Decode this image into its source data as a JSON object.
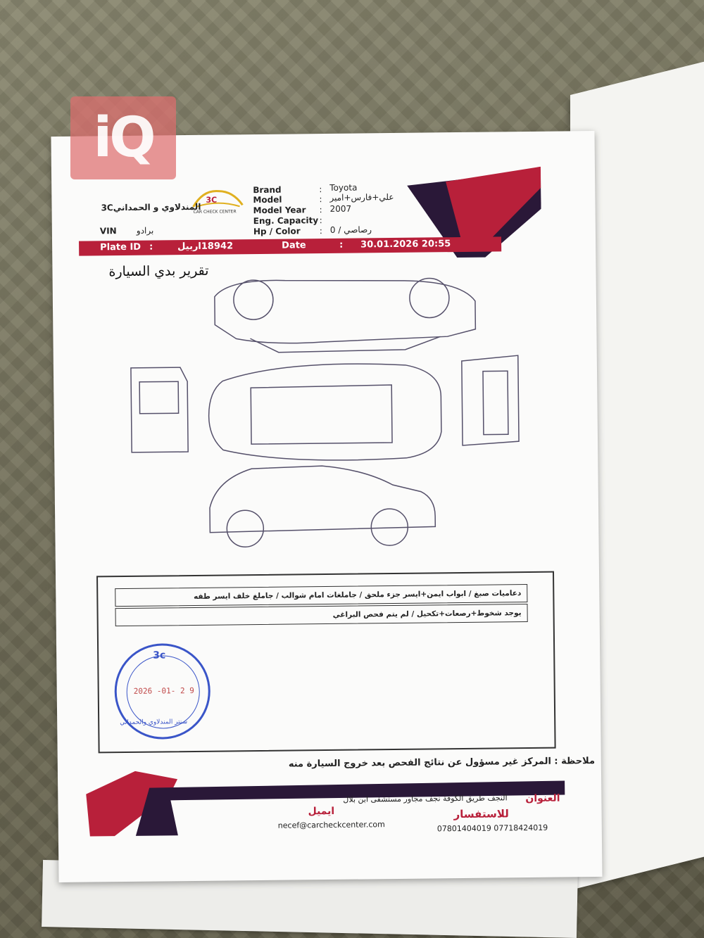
{
  "watermark": {
    "text": "iQ"
  },
  "center": {
    "name_ar": "المندلاوي و الحمداني3C",
    "logo_text": "3C",
    "logo_caption": "CAR CHECK CENTER"
  },
  "vehicle": {
    "labels": {
      "brand": "Brand",
      "model": "Model",
      "model_year": "Model Year",
      "eng_capacity": "Eng. Capacity",
      "hp_color": "Hp / Color",
      "vin": "VIN",
      "plate_id": "Plate ID",
      "date": "Date"
    },
    "colon": ":",
    "brand": "Toyota",
    "model": "علي+فارس+امير",
    "model_year": "2007",
    "eng_capacity": "",
    "hp_color": "رصاصي / 0",
    "vin": "برادو",
    "plate_id": "18942اربيل",
    "date": "30.01.2026 20:55"
  },
  "report_title": "تقرير بدي السيارة",
  "findings": [
    "دعاميات صبغ / ابواب ايمن+ايسر جزء ملحق / جاملغات امام شوالب / جاملغ خلف ايسر طفه",
    "يوجد شخوط+رصعات+تكحيل / لم يتم فحص البراغي"
  ],
  "stamp": {
    "top_text": "3c",
    "date": "2026 -01- 2 9",
    "arc_text": "سنتر المندلاوي والحمداني"
  },
  "disclaimer": "ملاحظة : المركز غير مسؤول عن نتائج الفحص بعد خروج السيارة منه",
  "footer": {
    "address_label": "العنوان",
    "address": "النجف طريق الكوفة نجف مجاور مستشفى ابن بلال",
    "email_label": "ايميل",
    "email": "necef@carcheckcenter.com",
    "inquiries_label": "للاستفسار",
    "phones": "07801404019 07718424019"
  },
  "colors": {
    "brand_red": "#b8203a",
    "brand_dark": "#2a1838",
    "stamp_blue": "#3a55c8"
  }
}
